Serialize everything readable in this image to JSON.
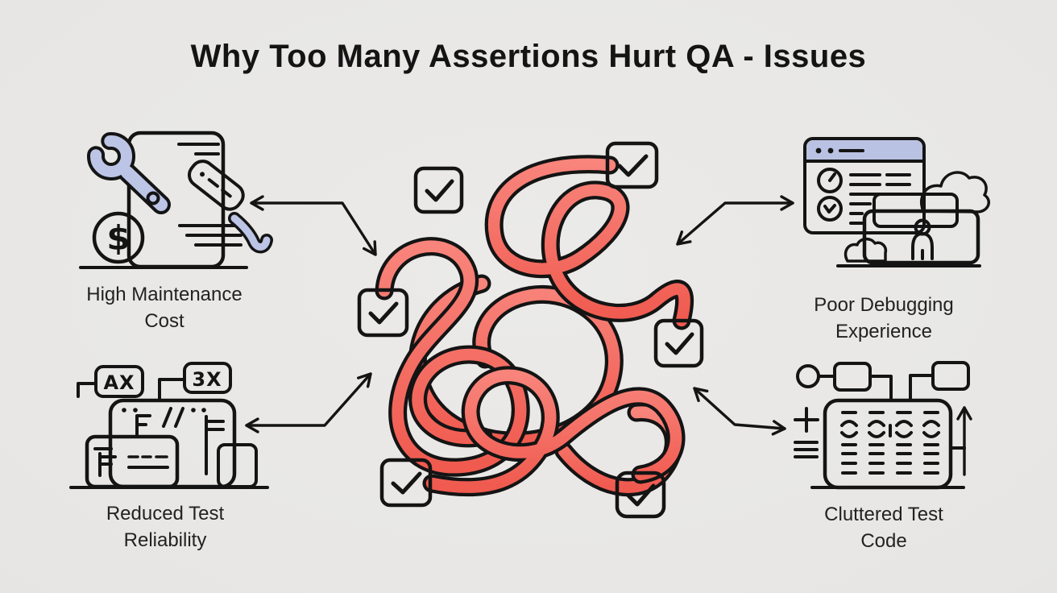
{
  "title": "Why Too Many Assertions Hurt QA - Issues",
  "center_illustration": {
    "name": "tangled-rope-with-checkboxes",
    "checkbox_count": 6
  },
  "issues": [
    {
      "id": "high-maintenance-cost",
      "line1": "High Maintenance",
      "line2": "Cost",
      "icon": "wrench-document-coin-icon",
      "coin_symbol": "$"
    },
    {
      "id": "poor-debugging-experience",
      "line1": "Poor Debugging",
      "line2": "Experience",
      "icon": "browser-window-folder-icon"
    },
    {
      "id": "reduced-test-reliability",
      "line1": "Reduced Test",
      "line2": "Reliability",
      "icon": "flaky-test-blocks-icon",
      "badge_left": "AX",
      "badge_right": "3X"
    },
    {
      "id": "cluttered-test-code",
      "line1": "Cluttered Test",
      "line2": "Code",
      "icon": "dense-code-block-icon"
    }
  ],
  "colors": {
    "background": "#e8e7e5",
    "accent_red": "#f4695e",
    "outline": "#141414",
    "lavender": "#bdc5e6",
    "coin_yellow": "#f2c053",
    "folder_orange": "#eab255",
    "badge_green": "#2dbd69",
    "text": "#1d1d1d"
  }
}
